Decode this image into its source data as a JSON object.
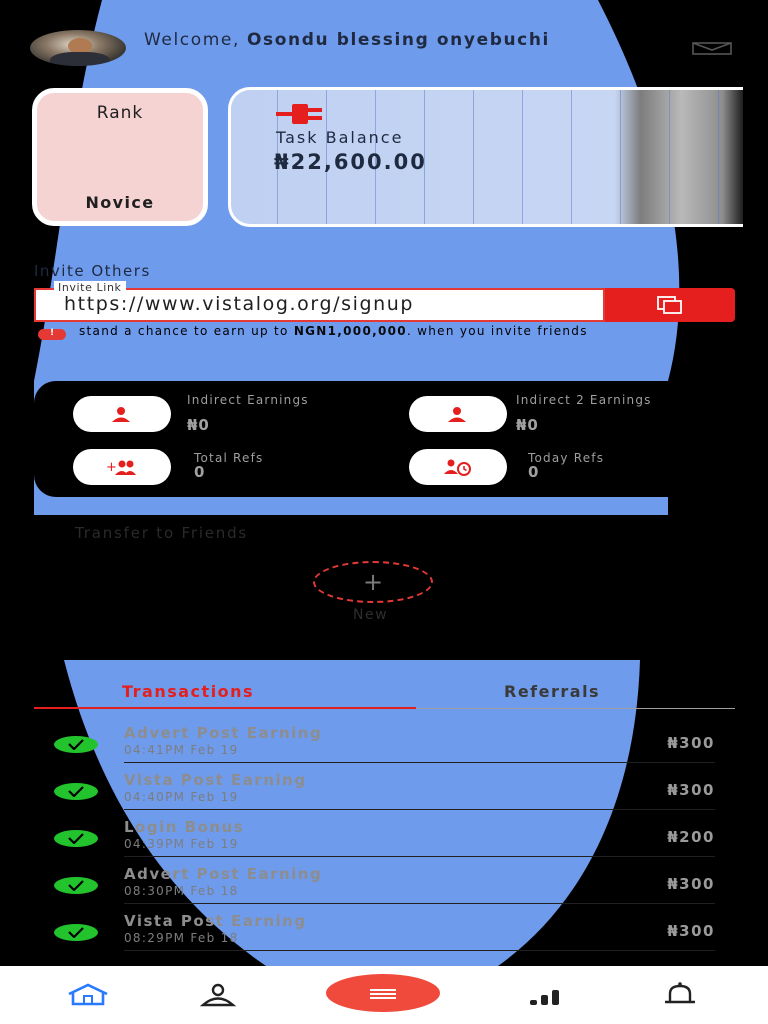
{
  "header": {
    "welcome_prefix": "Welcome, ",
    "user_name": "Osondu blessing onyebuchi",
    "icons": {
      "avatar": "user-photo",
      "mail": "mail-icon"
    }
  },
  "rank": {
    "label": "Rank",
    "value": "Novice"
  },
  "balance": {
    "label": "Task Balance",
    "value": "₦22,600.00",
    "icon": "plug-icon"
  },
  "invite": {
    "title": "Invite Others",
    "link_label": "Invite Link",
    "link_value": "https://www.vistalog.org/signup",
    "copy_icon": "copy-icon",
    "info_prefix": "stand a chance to earn up to ",
    "info_amount": "NGN1,000,000",
    "info_suffix": ". when you invite friends"
  },
  "stats": [
    {
      "label": "Indirect Earnings",
      "value": "₦0",
      "icon": "user-icon"
    },
    {
      "label": "Indirect 2 Earnings",
      "value": "₦0",
      "icon": "user-icon"
    },
    {
      "label": "Total Refs",
      "value": "0",
      "icon": "add-group-icon"
    },
    {
      "label": "Today Refs",
      "value": "0",
      "icon": "referral-clock-icon"
    }
  ],
  "transfer": {
    "title": "Transfer to Friends",
    "new_label": "New",
    "plus": "+"
  },
  "tabs": [
    {
      "label": "Transactions",
      "active": true
    },
    {
      "label": "Referrals",
      "active": false
    }
  ],
  "transactions": [
    {
      "title": "Advert Post Earning",
      "time": "04:41PM Feb 19",
      "amount": "₦300"
    },
    {
      "title": "Vista Post Earning",
      "time": "04:40PM Feb 19",
      "amount": "₦300"
    },
    {
      "title": "Login Bonus",
      "time": "04:39PM Feb 19",
      "amount": "₦200"
    },
    {
      "title": "Advert Post Earning",
      "time": "08:30PM Feb 18",
      "amount": "₦300"
    },
    {
      "title": "Vista Post Earning",
      "time": "08:29PM Feb 18",
      "amount": "₦300"
    }
  ],
  "bottom_nav": [
    {
      "icon": "home-icon",
      "active": true
    },
    {
      "icon": "profile-icon",
      "active": false
    },
    {
      "icon": "menu-icon",
      "active": false
    },
    {
      "icon": "stats-icon",
      "active": false
    },
    {
      "icon": "bell-icon",
      "active": false
    }
  ],
  "colors": {
    "accent": "#e51e1e",
    "background_shape": "#6f9bed",
    "rank_card": "#f6d3d3",
    "success": "#22c32c",
    "nav_active": "#2979ff"
  }
}
